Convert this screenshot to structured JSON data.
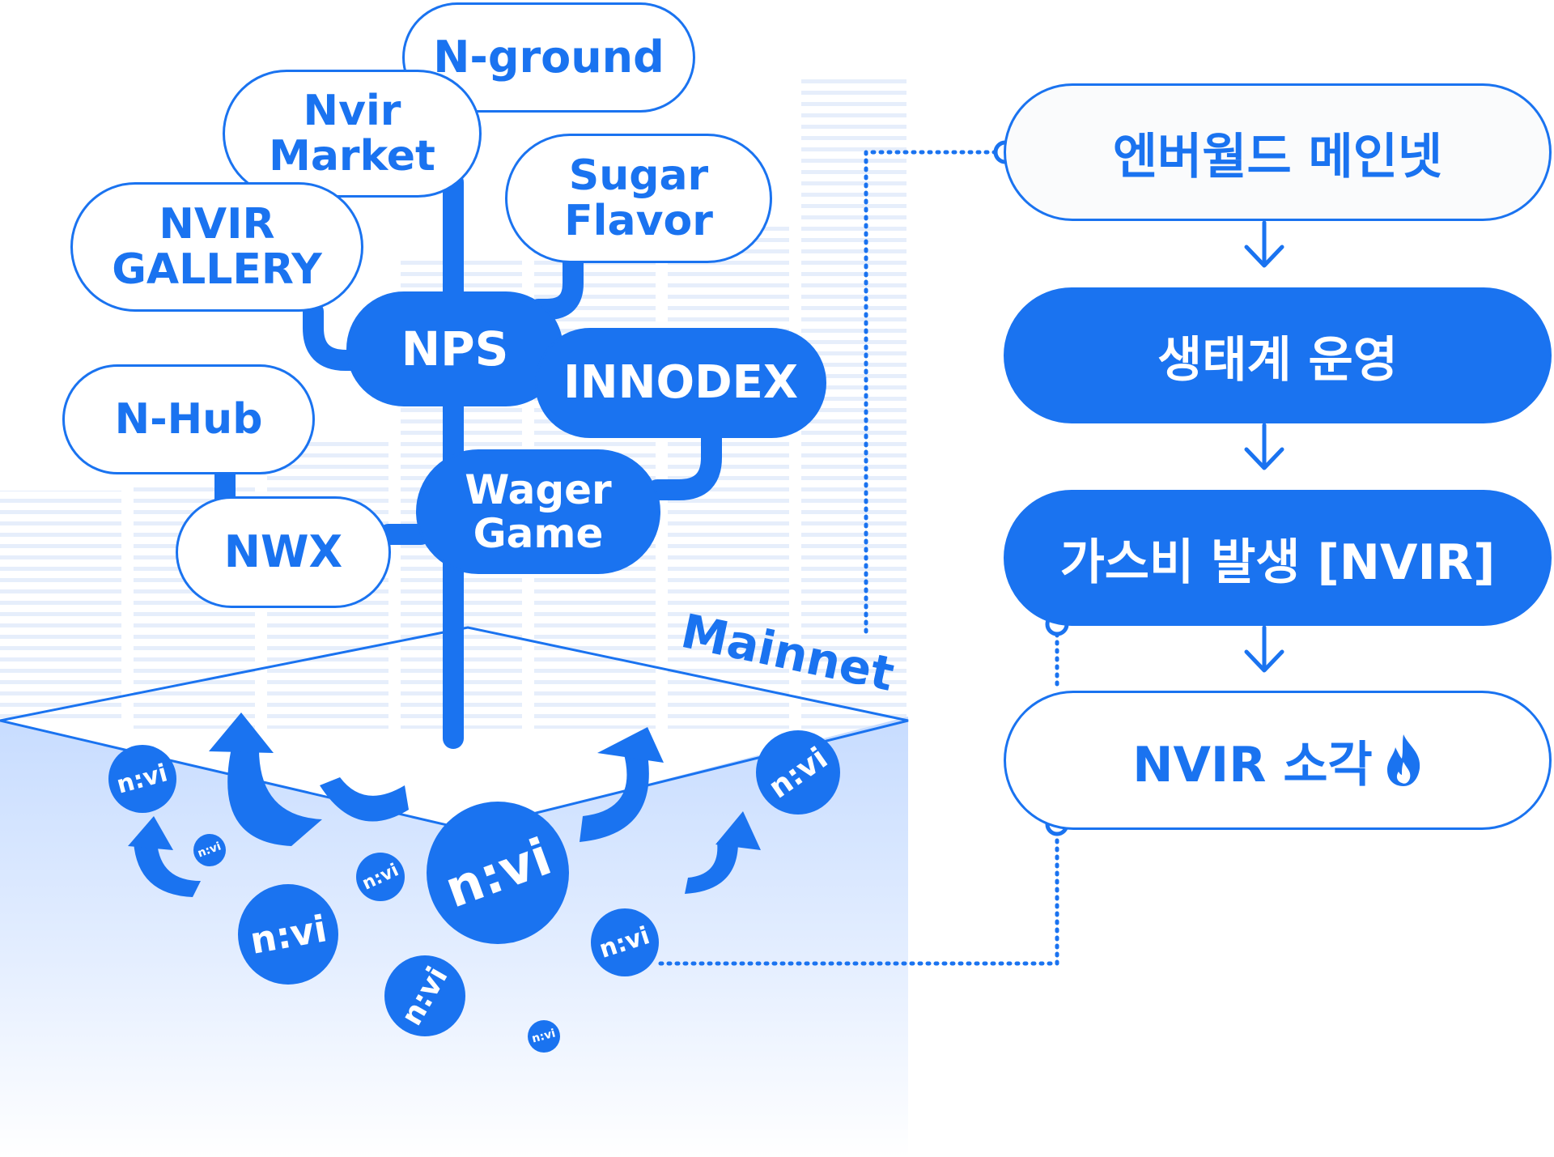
{
  "colors": {
    "primary": "#1a73f0",
    "light": "#d6e6ff",
    "stripe": "#e6eefb"
  },
  "ecosystem": {
    "n_ground": "N-ground",
    "nvir_market": "Nvir\nMarket",
    "sugar_flavor": "Sugar\nFlavor",
    "nvir_gallery": "NVIR\nGALLERY",
    "nps": "NPS",
    "innodex": "INNODEX",
    "n_hub": "N-Hub",
    "wager_game": "Wager\nGame",
    "nwx": "NWX",
    "mainnet": "Mainnet"
  },
  "coin_logo_text": "n:vi",
  "flow": {
    "step1": "엔버월드 메인넷",
    "step2": "생태계 운영",
    "step3": "가스비 발생 [NVIR]",
    "step4": "NVIR 소각",
    "step4_icon": "fire-icon"
  }
}
